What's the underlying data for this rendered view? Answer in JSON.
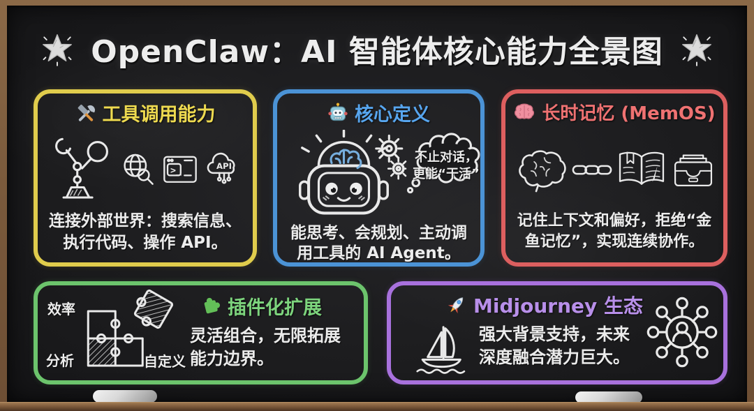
{
  "title": {
    "text": "OpenClaw：AI 智能体核心能力全景图"
  },
  "cards": {
    "tools": {
      "accent": "#e0cc4c",
      "title": "工具调用能力",
      "body": "连接外部世界：搜索信息、执行代码、操作 API。",
      "api_label": "API",
      "terminal_prompt": ">_",
      "icons": [
        "hammer-wrench-icon",
        "robot-arm-magnifier-icon",
        "globe-search-icon",
        "terminal-icon",
        "api-cloud-icon"
      ]
    },
    "core": {
      "accent": "#4b93d6",
      "title": "核心定义",
      "bubble_line1": "不止对话，",
      "bubble_line2": "更能“干活”",
      "body": "能思考、会规划、主动调用工具的 AI Agent。",
      "icons": [
        "robot-emoji-icon",
        "robot-brain-illustration",
        "gears-icon",
        "thought-bubble-icon"
      ]
    },
    "memory": {
      "accent": "#dd5f5f",
      "title": "长时记忆 (MemOS)",
      "body": "记住上下文和偏好，拒绝“金鱼记忆”，实现连续协作。",
      "icons": [
        "brain-emoji-icon",
        "brain-chalk-icon",
        "chain-icon",
        "open-book-icon",
        "archive-box-icon"
      ]
    },
    "plugin": {
      "accent": "#6cc46c",
      "title": "插件化扩展",
      "body": "灵活组合，无限拓展能力边界。",
      "label_efficiency": "效率",
      "label_analysis": "分析",
      "label_custom": "自定义",
      "icons": [
        "puzzle-piece-icon",
        "puzzle-grid-illustration"
      ]
    },
    "ecosystem": {
      "accent": "#a871dd",
      "title": "Midjourney 生态",
      "body": "强大背景支持，未来深度融合潜力巨大。",
      "icons": [
        "rocket-icon",
        "sailboat-icon",
        "network-hub-icon"
      ]
    }
  }
}
